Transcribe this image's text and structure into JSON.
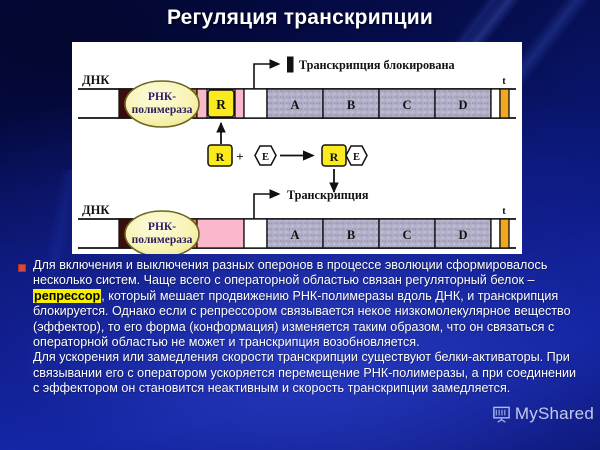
{
  "slide": {
    "title": "Регуляция транскрипции",
    "background_color": "#0b1a84",
    "accent_color": "#f7f000",
    "bullet_color": "#d9483f"
  },
  "diagram": {
    "panel_background": "#ffffff",
    "top": {
      "dna_label": "ДНК",
      "polymerase_label_line1": "РНК-",
      "polymerase_label_line2": "полимераза",
      "repressor_label": "R",
      "terminator_label": "t",
      "outcome_label": "Транскрипция блокирована",
      "blocked_marker": "block-bar-icon",
      "genes": [
        "A",
        "B",
        "C",
        "D"
      ],
      "segment_colors": {
        "promoter": "#e8751a",
        "operator": "#f9b8cc",
        "repressor_box": "#fbea1e",
        "gene_block": "#b0aec8",
        "terminator": "#f0a81e",
        "dark_start": "#3c0d0d",
        "polymerase": "#f7f3b8"
      }
    },
    "reaction": {
      "repressor": "R",
      "plus": "+",
      "effector": "E",
      "arrow": "right-arrow-icon",
      "complex_repressor": "R",
      "complex_effector": "E"
    },
    "bottom": {
      "dna_label": "ДНК",
      "polymerase_label_line1": "РНК-",
      "polymerase_label_line2": "полимераза",
      "terminator_label": "t",
      "outcome_label": "Транскрипция",
      "genes": [
        "A",
        "B",
        "C",
        "D"
      ]
    }
  },
  "body": {
    "para_1": "Для включения и выключения разных оперонов в процессе эволюции сформировалось несколько систем. Чаще всего с операторной областью связан регуляторный белок –",
    "highlight": "репрессор",
    "para_2": ", который мешает продвижению РНК-полимеразы вдоль ДНК, и транскрипция блокируется. Однако если с репрессором связывается  некое низкомолекулярное вещество (эффектор), то его форма (конформация) изменяется таким образом, что он связаться с операторной областью не может и транскрипция возобновляется.",
    "para_3": "Для ускорения или замедления скорости транскрипции существуют белки-активаторы. При связывании его с оператором ускоряется перемещение РНК-полимеразы, а при соединении с эффектором он становится неактивным и скорость транскрипции замедляется."
  },
  "watermark": {
    "text": "MyShared",
    "icon": "projector-screen-icon"
  }
}
